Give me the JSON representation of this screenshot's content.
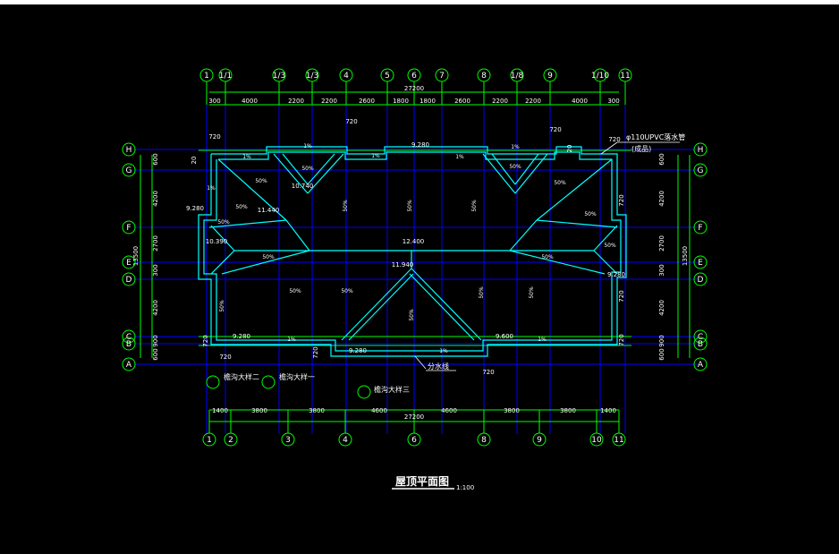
{
  "drawing": {
    "title": "屋顶平面图",
    "scale": "1:100",
    "column_axes": [
      "1",
      "1/1",
      "1/3",
      "1/3",
      "4",
      "5",
      "6",
      "7",
      "8",
      "1/8",
      "9",
      "1/10",
      "11"
    ],
    "bottom_axes": [
      "1",
      "2",
      "3",
      "4",
      "6",
      "8",
      "9",
      "10",
      "11"
    ],
    "row_axes": [
      "H",
      "G",
      "F",
      "E",
      "D",
      "C",
      "B",
      "A"
    ],
    "top_total": "27200",
    "bottom_total": "27200",
    "top_dims": [
      "300",
      "4000",
      "2200",
      "2200",
      "2600",
      "1800",
      "1800",
      "2600",
      "2200",
      "2200",
      "4000",
      "300"
    ],
    "bottom_dims": [
      "1400",
      "3800",
      "3800",
      "4600",
      "4600",
      "3800",
      "3800",
      "1400"
    ],
    "left_dims": [
      "600",
      "4200",
      "2700",
      "300",
      "4200",
      "900",
      "600"
    ],
    "left_total": "13500",
    "right_dims": [
      "600",
      "4200",
      "2700",
      "300",
      "4200",
      "900",
      "600"
    ],
    "right_total": "13500",
    "levels": [
      "9.280",
      "10.740",
      "11.440",
      "10.390",
      "12.400",
      "11.940",
      "9.280",
      "9.280",
      "9.280",
      "9.600",
      "9.280"
    ],
    "slopes": [
      "1%",
      "1%",
      "1%",
      "1%",
      "1%",
      "1%",
      "1%",
      "1%",
      "1%",
      "50%",
      "50%",
      "50%",
      "50%",
      "50%",
      "50%",
      "50%",
      "50%",
      "50%",
      "50%",
      "50%",
      "50%",
      "50%",
      "50%",
      "50%",
      "50%",
      "50%",
      "50%",
      "50%"
    ],
    "labels720": [
      "720",
      "720",
      "720",
      "720",
      "720",
      "720",
      "720",
      "720",
      "720",
      "720",
      "720"
    ],
    "labels20": [
      "20",
      "20"
    ],
    "notes": {
      "pipe": "φ110UPVC落水管",
      "pipe_sub": "(成品)",
      "split": "分水线",
      "detail1": "檐沟大样二",
      "detail2": "檐沟大样一",
      "detail3": "檐沟大样三"
    },
    "colors": {
      "background": "#000000",
      "cyan": "#00ffff",
      "blue": "#0000ff",
      "green": "#00ff00",
      "white": "#ffffff"
    }
  }
}
